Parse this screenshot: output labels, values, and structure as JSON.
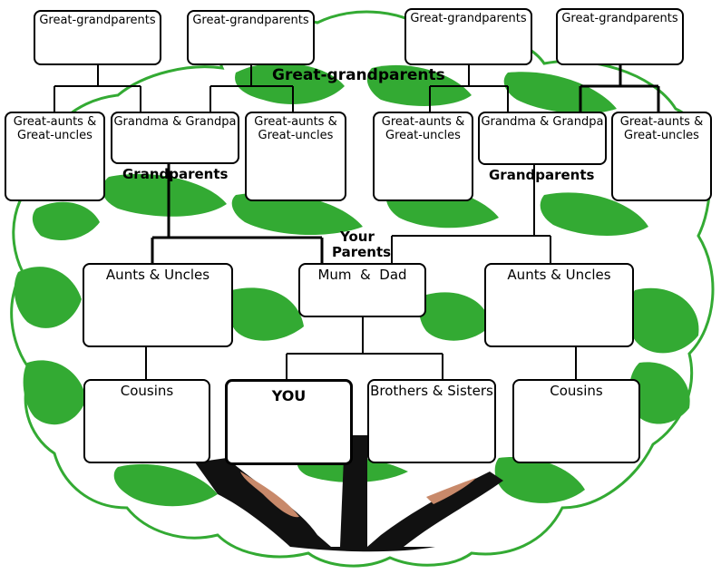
{
  "colors": {
    "leaf_green": "#33aa33",
    "outline_green": "#33aa33",
    "trunk": "#111111",
    "trunk_highlight": "#c8896a",
    "box_border": "#000000"
  },
  "great_grandparents": [
    "Great-grandparents",
    "Great-grandparents",
    "Great-grandparents",
    "Great-grandparents"
  ],
  "grandparent_row": {
    "great_aunts_1": "Great-aunts & Great-uncles",
    "grandma_grandpa_left": "Grandma & Grandpa",
    "great_aunts_2": "Great-aunts & Great-uncles",
    "great_aunts_3": "Great-aunts & Great-uncles",
    "grandma_grandpa_right": "Grandma & Grandpa",
    "great_aunts_4": "Great-aunts & Great-uncles"
  },
  "parent_row": {
    "aunts_uncles_left": "Aunts & Uncles",
    "mum_dad": "Mum  &  Dad",
    "aunts_uncles_right": "Aunts & Uncles"
  },
  "bottom_row": {
    "cousins_left": "Cousins",
    "you": "YOU",
    "brothers_sisters": "Brothers & Sisters",
    "cousins_right": "Cousins"
  },
  "captions": {
    "great_grandparents": "Great-grandparents",
    "grandparents_left": "Grandparents",
    "grandparents_right": "Grandparents",
    "your_parents_line1": "Your",
    "your_parents_line2": "Parents"
  }
}
